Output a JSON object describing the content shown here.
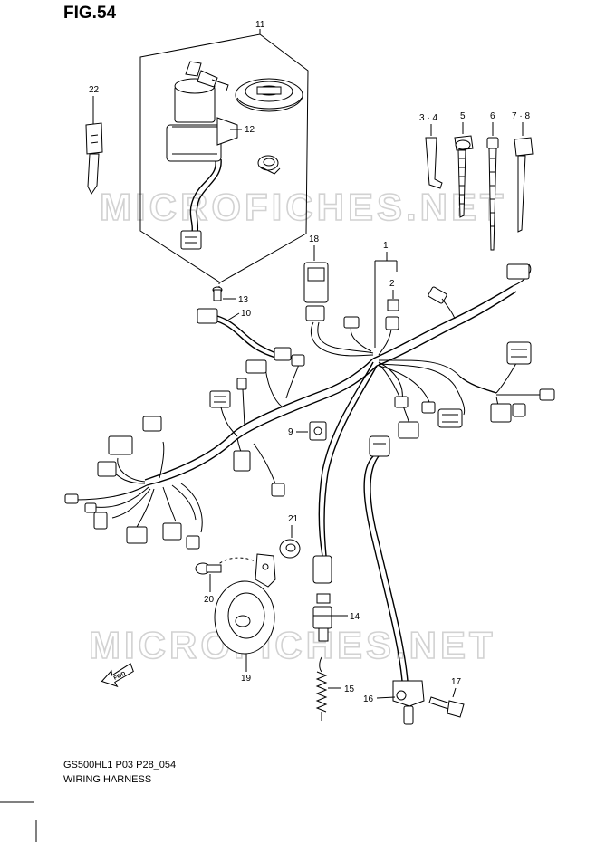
{
  "figure": {
    "title": "FIG.54"
  },
  "footer": {
    "code": "GS500HL1 P03 P28_054",
    "caption": "WIRING HARNESS"
  },
  "watermark": {
    "text": "MICROFICHES.NET"
  },
  "arrow": {
    "label": "FWD"
  },
  "callouts": {
    "c1": "1",
    "c2": "2",
    "c34": "3 · 4",
    "c5": "5",
    "c6": "6",
    "c78": "7 · 8",
    "c9": "9",
    "c10": "10",
    "c11": "11",
    "c12": "12",
    "c13": "13",
    "c14": "14",
    "c15": "15",
    "c16": "16",
    "c17": "17",
    "c18": "18",
    "c19": "19",
    "c20": "20",
    "c21": "21",
    "c22": "22"
  }
}
